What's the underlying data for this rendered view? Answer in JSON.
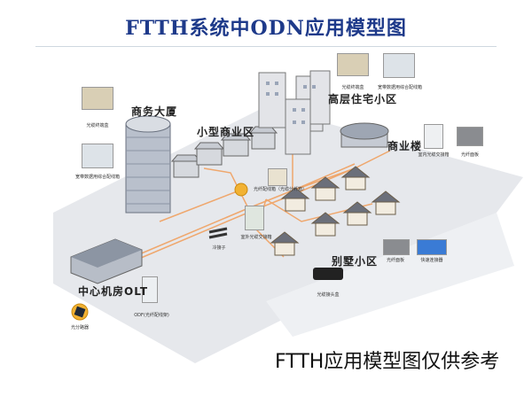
{
  "title": "FTTH系统中ODN应用模型图",
  "footer": "FTTH应用模型图仅供参考",
  "zones": {
    "business_tower": "商务大厦",
    "small_business": "小型商业区",
    "highrise": "高层住宅小区",
    "commercial": "商业楼",
    "villa": "别墅小区",
    "central_office": "中心机房OLT"
  },
  "equipment": {
    "tower_terminal_box": "光缆终端盒",
    "tower_dist_box": "宽带数据用综合配线箱",
    "highrise_terminal_box": "光缆终端盒",
    "highrise_dist_box": "宽带数据用综合配线箱",
    "indoor_cross_box": "室内光缆交接箱",
    "fiber_panel": "光纤面板",
    "fiber_dist_box": "光纤配线箱（光缆分纤箱）",
    "outdoor_cross_box": "室外光缆交接箱",
    "cold_splice": "冷接子",
    "villa_panel": "光纤面板",
    "fast_connector": "快速连接器",
    "splice_closure": "光缆接头盒",
    "odf": "ODF(光纤配线架)",
    "splitter": "光分路器"
  },
  "colors": {
    "title": "#1e3a8a",
    "fiber": "#f0a060",
    "ground": "#e6e8ec"
  }
}
